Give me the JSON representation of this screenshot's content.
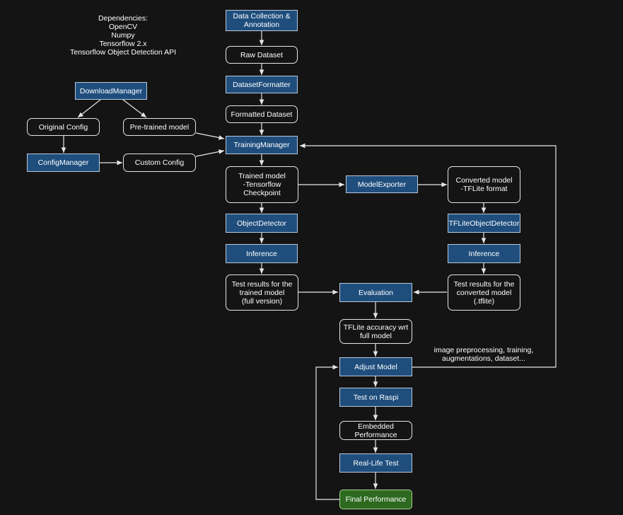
{
  "colors": {
    "background": "#141414",
    "component_fill": "#1f4e7d",
    "artifact_fill": "#141414",
    "final_fill": "#2d6a1f",
    "edge": "#e6e6e6"
  },
  "notes": {
    "dependencies": "Dependencies:\nOpenCV\nNumpy\nTensorflow 2.x\nTensorflow Object Detection API",
    "adjust_feedback": "image preprocessing, training,\naugmentations, dataset..."
  },
  "nodes": {
    "data_collection": "Data Collection &\nAnnotation",
    "raw_dataset": "Raw Dataset",
    "dataset_formatter": "DatasetFormatter",
    "formatted_dataset": "Formatted Dataset",
    "training_manager": "TrainingManager",
    "download_manager": "DownloadManager",
    "original_config": "Original Config",
    "pretrained_model": "Pre-trained model",
    "config_manager": "ConfigManager",
    "custom_config": "Custom Config",
    "trained_model": "Trained model\n-Tensorflow\nCheckpoint",
    "model_exporter": "ModelExporter",
    "converted_model": "Converted model\n-TFLite format",
    "object_detector": "ObjectDetector",
    "tflite_object_detector": "TFLiteObjectDetector",
    "inference_tf": "Inference",
    "inference_tflite": "Inference",
    "test_results_full": "Test results for the\ntrained model\n(full version)",
    "test_results_tflite": "Test results for the\nconverted model\n(.tflite)",
    "evaluation": "Evaluation",
    "tflite_accuracy": "TFLite accuracy wrt\nfull model",
    "adjust_model": "Adjust Model",
    "test_on_raspi": "Test on Raspi",
    "embedded_performance": "Embedded\nPerformance",
    "real_life_test": "Real-Life Test",
    "final_performance": "Final Performance"
  }
}
